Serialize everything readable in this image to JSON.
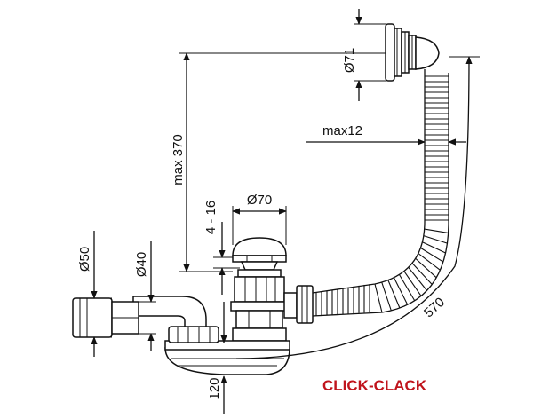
{
  "dimensions": {
    "d71": "Ø71",
    "max12": "max12",
    "max370": "max 370",
    "d70": "Ø70",
    "r4_16": "4 - 16",
    "d50": "Ø50",
    "d40": "Ø40",
    "h120": "120",
    "l570": "570"
  },
  "label": "CLICK-CLACK",
  "colors": {
    "line": "#111111",
    "brand": "#c0141c",
    "background": "#ffffff"
  }
}
